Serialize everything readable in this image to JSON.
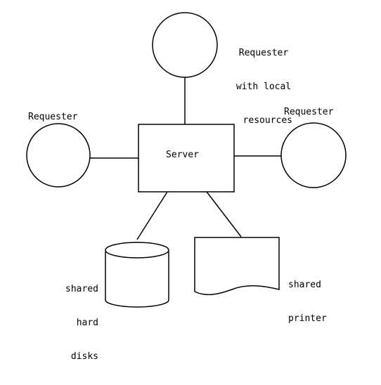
{
  "diagram": {
    "server": {
      "label": "Server"
    },
    "requester_top": {
      "label_lines": [
        "Requester",
        "with local",
        "resources"
      ]
    },
    "requester_left": {
      "label": "Requester"
    },
    "requester_right": {
      "label": "Requester"
    },
    "disks": {
      "label_lines": [
        "shared",
        "hard",
        "disks"
      ]
    },
    "printer": {
      "label_lines": [
        "shared",
        "printer"
      ]
    }
  },
  "colors": {
    "stroke": "#000000",
    "background": "#ffffff"
  }
}
